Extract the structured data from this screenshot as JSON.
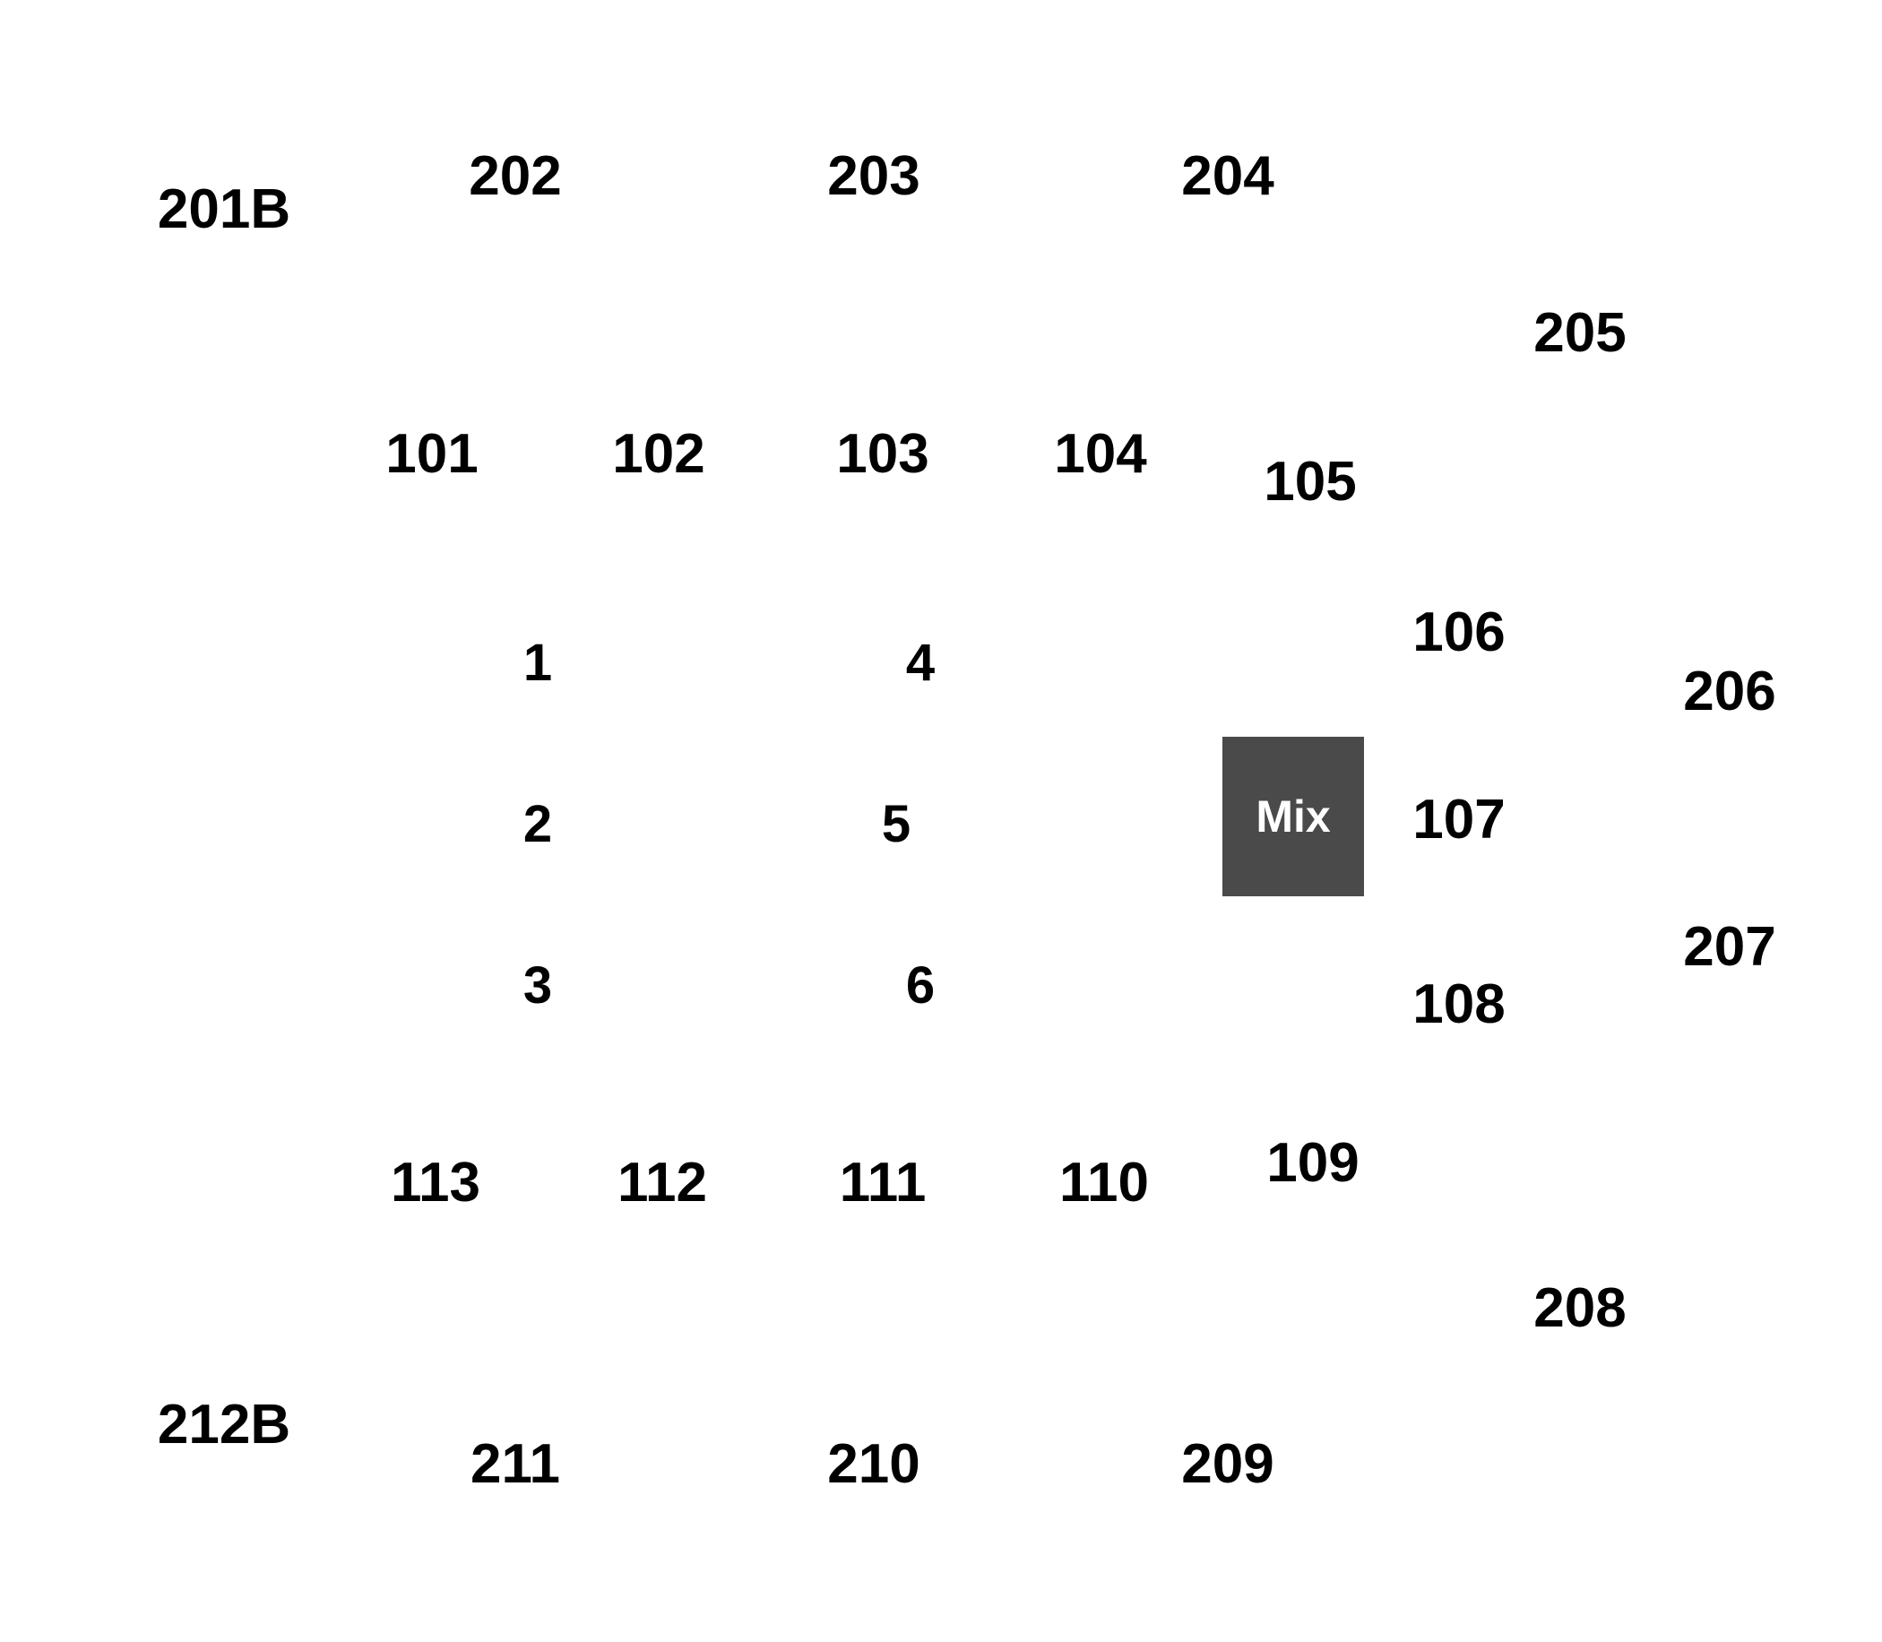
{
  "sections": {
    "upper": [
      "201B",
      "202",
      "203",
      "204",
      "205",
      "206",
      "207",
      "208",
      "209",
      "210",
      "211",
      "212B"
    ],
    "lower": [
      "101",
      "102",
      "103",
      "104",
      "105",
      "106",
      "107",
      "108",
      "109",
      "110",
      "111",
      "112",
      "113"
    ],
    "floor": [
      "1",
      "2",
      "3",
      "4",
      "5",
      "6"
    ]
  },
  "mix": {
    "label": "Mix",
    "color": "#4a4a4a"
  },
  "colors": {
    "background": "#ffffff",
    "label": "#000000"
  }
}
